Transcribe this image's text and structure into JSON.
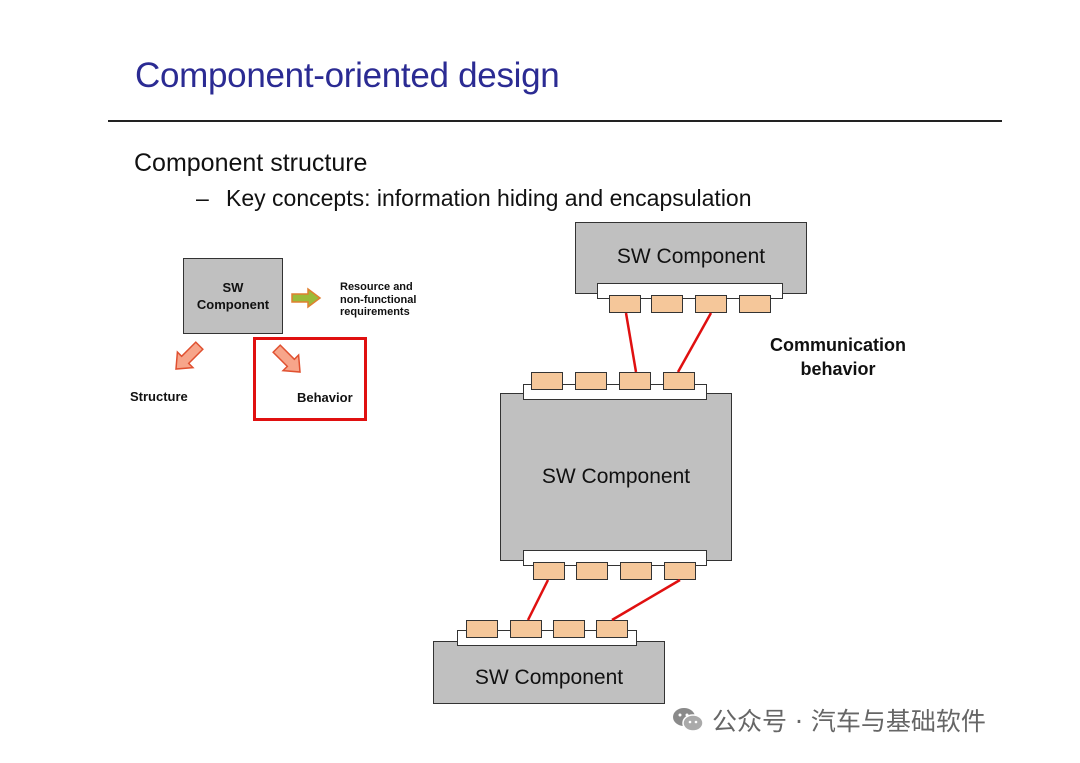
{
  "slide": {
    "title": "Component-oriented design",
    "bullet_main": "Component structure",
    "bullet_dash": "–",
    "bullet_sub": "Key concepts: information hiding and encapsulation"
  },
  "left_diagram": {
    "component_label_line1": "SW",
    "component_label_line2": "Component",
    "resource_label": "Resource and non-functional requirements",
    "structure_label": "Structure",
    "behavior_label": "Behavior",
    "arrow_color": "#f7a58a",
    "arrow_right_color": "#9bbb3a",
    "highlight_color": "#e01010"
  },
  "right_diagram": {
    "top_component": "SW Component",
    "middle_component": "SW Component",
    "bottom_component": "SW Component",
    "communication_label": "Communication behavior",
    "port_color": "#f5c79a",
    "connector_color": "#e01010",
    "component_fill": "#c0c0c0"
  },
  "watermark": {
    "text": "公众号 · 汽车与基础软件",
    "icon": "wechat-icon"
  }
}
